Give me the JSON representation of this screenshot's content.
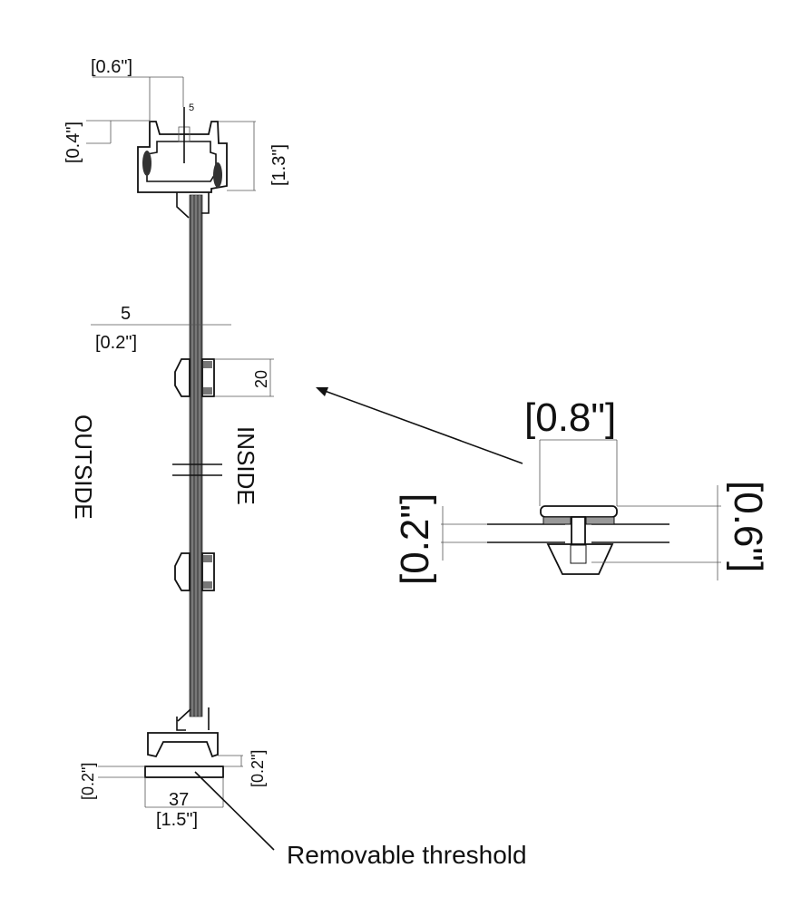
{
  "main_view": {
    "top_width": "[0.6\"]",
    "top_gap": "5",
    "top_lip": "[0.4\"]",
    "top_height": "[1.3\"]",
    "glass_mm": "5",
    "glass_in": "[0.2\"]",
    "clip_height": "20",
    "outside_label": "OUTSIDE",
    "inside_label": "INSIDE",
    "threshold_left": "[0.2\"]",
    "threshold_right": "[0.2\"]",
    "threshold_mm": "37",
    "threshold_in": "[1.5\"]",
    "threshold_label": "Removable threshold"
  },
  "detail_view": {
    "width": "[0.8\"]",
    "glass": "[0.2\"]",
    "height": "[0.6\"]"
  }
}
